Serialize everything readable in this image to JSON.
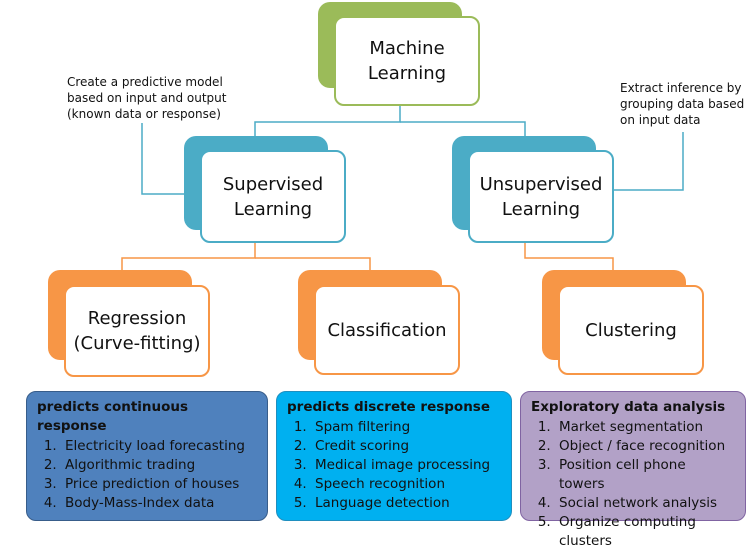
{
  "colors": {
    "green": "#9bbb59",
    "teal": "#4bacc6",
    "orange": "#f79646",
    "blue_panel": "#4f81bd",
    "cyan_panel": "#00b0f0",
    "purple_panel": "#b2a1c7"
  },
  "root": {
    "label": "Machine\nLearning"
  },
  "supervised": {
    "label": "Supervised\nLearning",
    "note": "Create a predictive model\nbased on input  and output\n(known data or response)"
  },
  "unsupervised": {
    "label": "Unsupervised\nLearning",
    "note": "Extract inference by\ngrouping data based\non input data"
  },
  "regression": {
    "label": "Regression\n(Curve-fitting)",
    "heading": "predicts continuous response",
    "items": [
      "Electricity load forecasting",
      "Algorithmic trading",
      "Price prediction of houses",
      "Body-Mass-Index data"
    ]
  },
  "classification": {
    "label": "Classification",
    "heading": "predicts discrete response",
    "items": [
      "Spam filtering",
      "Credit scoring",
      "Medical image processing",
      "Speech recognition",
      "Language detection"
    ]
  },
  "clustering": {
    "label": "Clustering",
    "heading": "Exploratory data analysis",
    "items": [
      "Market segmentation",
      "Object / face recognition",
      "Position cell phone towers",
      "Social network analysis",
      "Organize computing clusters"
    ]
  }
}
